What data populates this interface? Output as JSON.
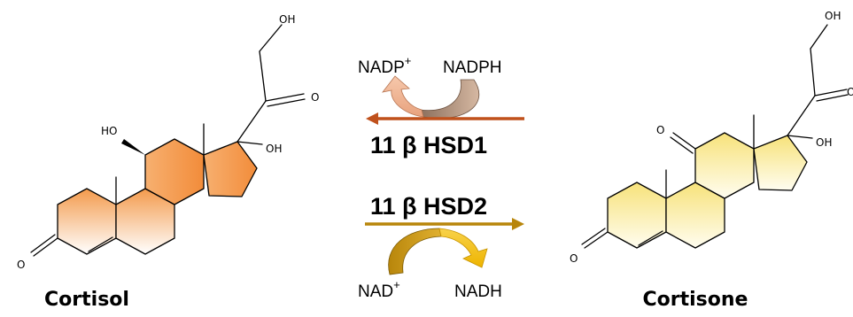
{
  "compounds": {
    "left": {
      "name": "Cortisol",
      "atoms": {
        "oh_top": "OH",
        "keto_o": "O",
        "ho_11": "HO",
        "oh_17": "OH",
        "o_3": "O"
      }
    },
    "right": {
      "name": "Cortisone",
      "atoms": {
        "oh_top": "OH",
        "keto_o": "O",
        "o_11": "O",
        "oh_17": "OH",
        "o_3": "O"
      }
    }
  },
  "reactions": {
    "top": {
      "enzyme": "11 β HSD1",
      "cofactor_out": {
        "base": "NADP",
        "sup": "+"
      },
      "cofactor_in": "NADPH"
    },
    "bottom": {
      "enzyme": "11 β HSD2",
      "cofactor_in": {
        "base": "NAD",
        "sup": "+"
      },
      "cofactor_out": "NADH"
    }
  },
  "colors": {
    "cortisol_fill": "#f39a4c",
    "cortisone_fill": "#f9e68a",
    "hsd1_arrow": "#c0511c",
    "hsd2_arrow": "#b8860b",
    "nadp_arrow": "#f2b99a",
    "nadph_arrow": "#a88268",
    "nad_arrow": "#c89a10",
    "nadh_arrow": "#f5c518"
  }
}
